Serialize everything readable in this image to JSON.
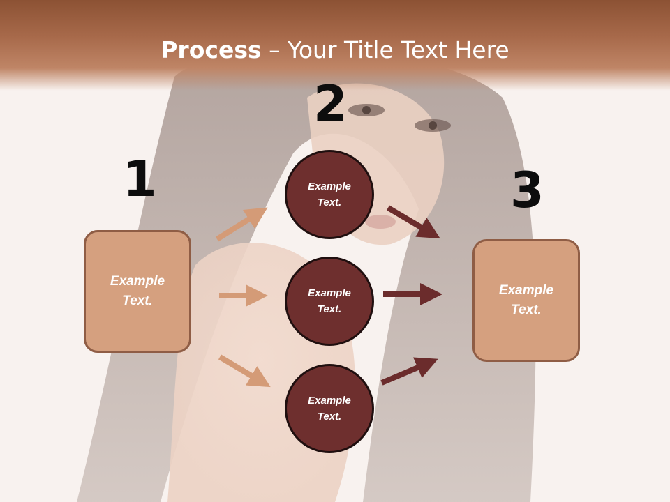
{
  "title": {
    "bold": "Process",
    "rest": " – Your Title Text Here"
  },
  "steps": {
    "one": "1",
    "two": "2",
    "three": "3"
  },
  "left_box": {
    "text": "Example Text."
  },
  "right_box": {
    "text": "Example Text."
  },
  "circles": [
    {
      "text": "Example Text."
    },
    {
      "text": "Example Text."
    },
    {
      "text": "Example Text."
    }
  ],
  "colors": {
    "header": "#a7694a",
    "box_fill": "#d5a07f",
    "box_border": "#8f5d45",
    "circle_fill": "#6e2f2e",
    "arrow_light": "#d49b77",
    "arrow_dark": "#6b2c2c"
  }
}
